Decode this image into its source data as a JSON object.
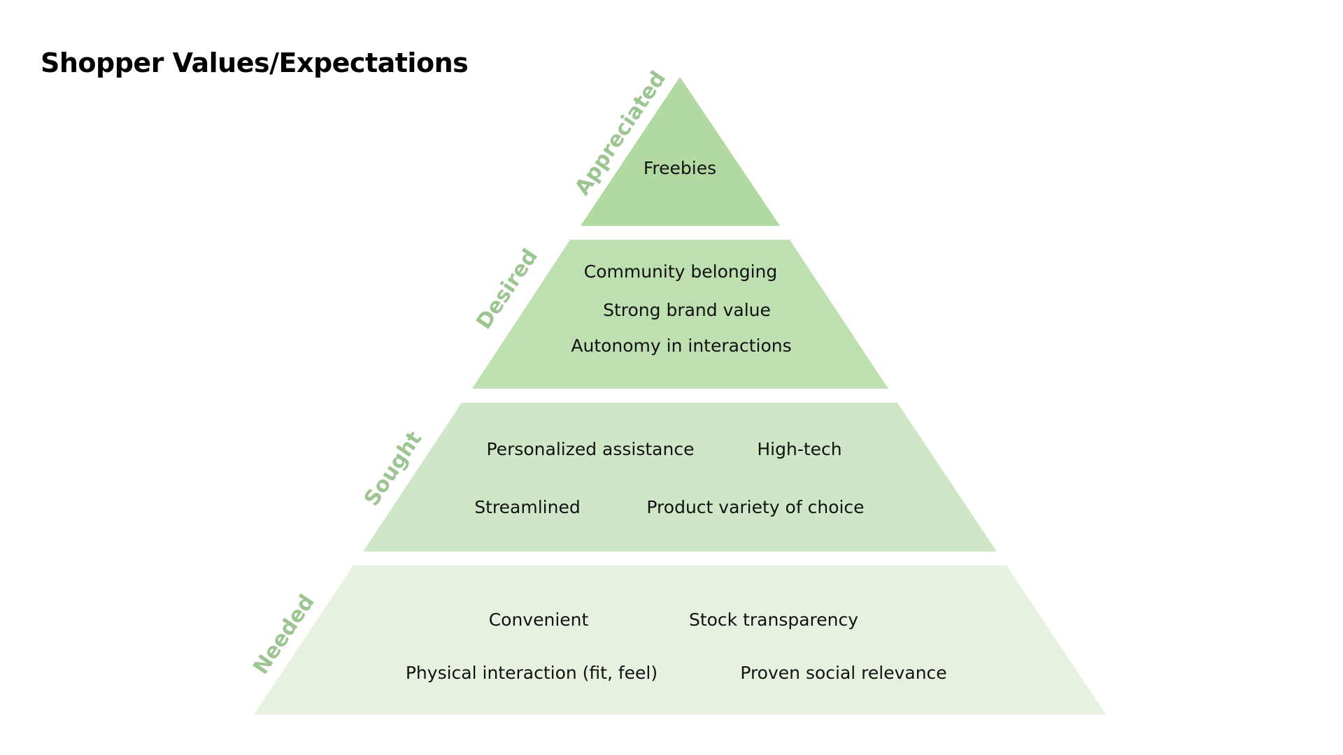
{
  "title": "Shopper Values/Expectations",
  "colors": {
    "label": "#9cc592",
    "text": "#111111"
  },
  "tiers": [
    {
      "label": "Appreciated",
      "fill": "#b2d9a1",
      "items": [
        "Freebies"
      ]
    },
    {
      "label": "Desired",
      "fill": "#bedfb0",
      "items": [
        "Community belonging",
        "Strong brand value",
        "Autonomy in interactions"
      ]
    },
    {
      "label": "Sought",
      "fill": "#cfe7c6",
      "items": [
        "Personalized assistance",
        "High-tech",
        "Streamlined",
        "Product variety of choice"
      ]
    },
    {
      "label": "Needed",
      "fill": "#e6f1df",
      "items": [
        "Convenient",
        "Stock transparency",
        "Physical interaction (fit, feel)",
        "Proven social relevance"
      ]
    }
  ]
}
